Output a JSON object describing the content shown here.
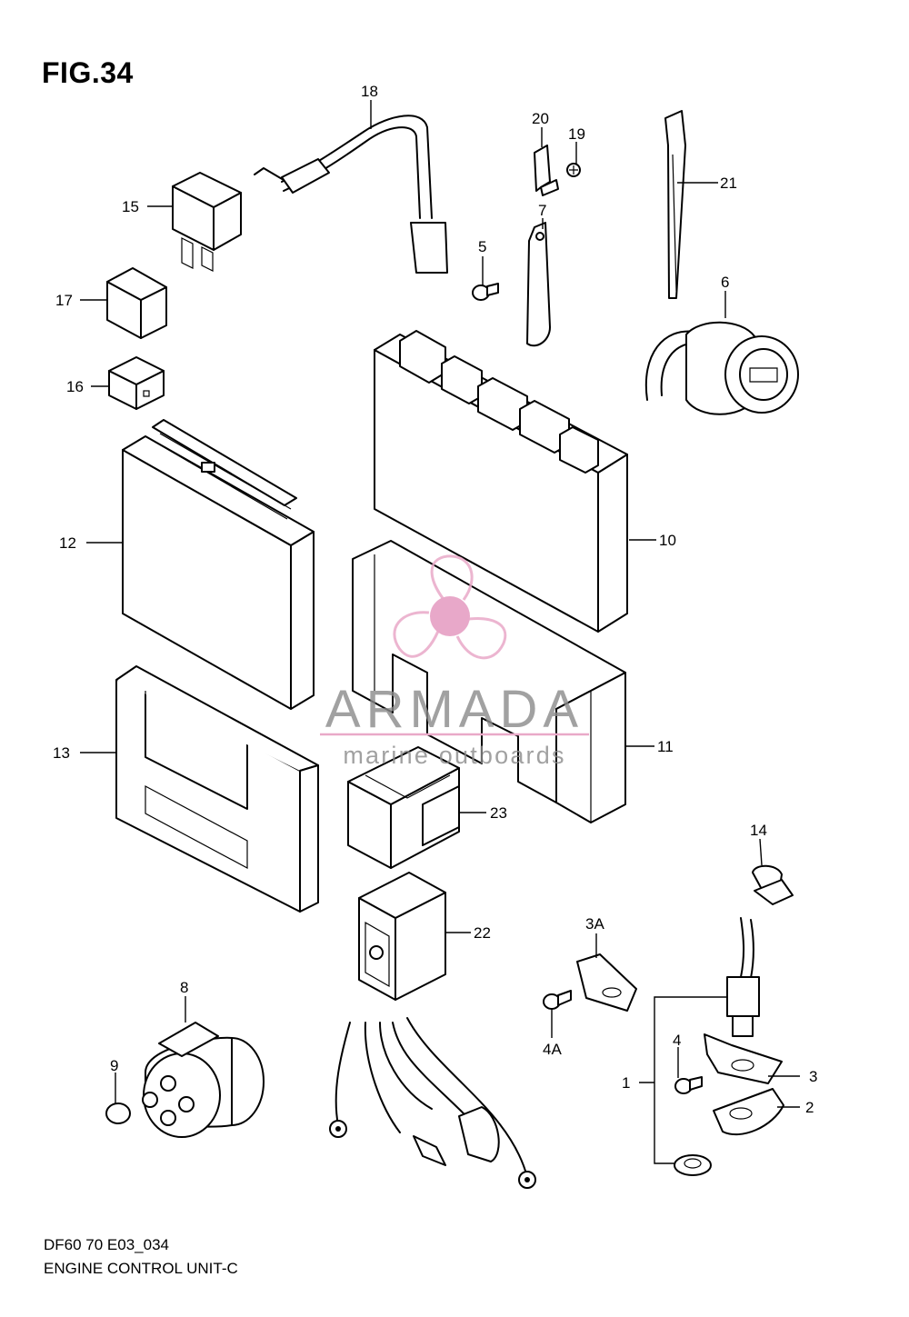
{
  "figure": {
    "title": "FIG.34",
    "model_code": "DF60 70 E03_034",
    "caption": "ENGINE CONTROL UNIT-C"
  },
  "callouts": {
    "c1": "1",
    "c2": "2",
    "c3": "3",
    "c3a": "3A",
    "c4": "4",
    "c4a": "4A",
    "c5": "5",
    "c6": "6",
    "c7": "7",
    "c8": "8",
    "c9": "9",
    "c10": "10",
    "c11": "11",
    "c12": "12",
    "c13": "13",
    "c14": "14",
    "c15": "15",
    "c16": "16",
    "c17": "17",
    "c18": "18",
    "c19": "19",
    "c20": "20",
    "c21": "21",
    "c22": "22",
    "c23": "23"
  },
  "watermark": {
    "name": "ARMADA",
    "tagline": "marine outboards",
    "colors": {
      "logo": "#e9a9c8",
      "logo_center": "#e59ac0",
      "text": "#8a8a8a",
      "rule": "#e9a9c8"
    }
  }
}
